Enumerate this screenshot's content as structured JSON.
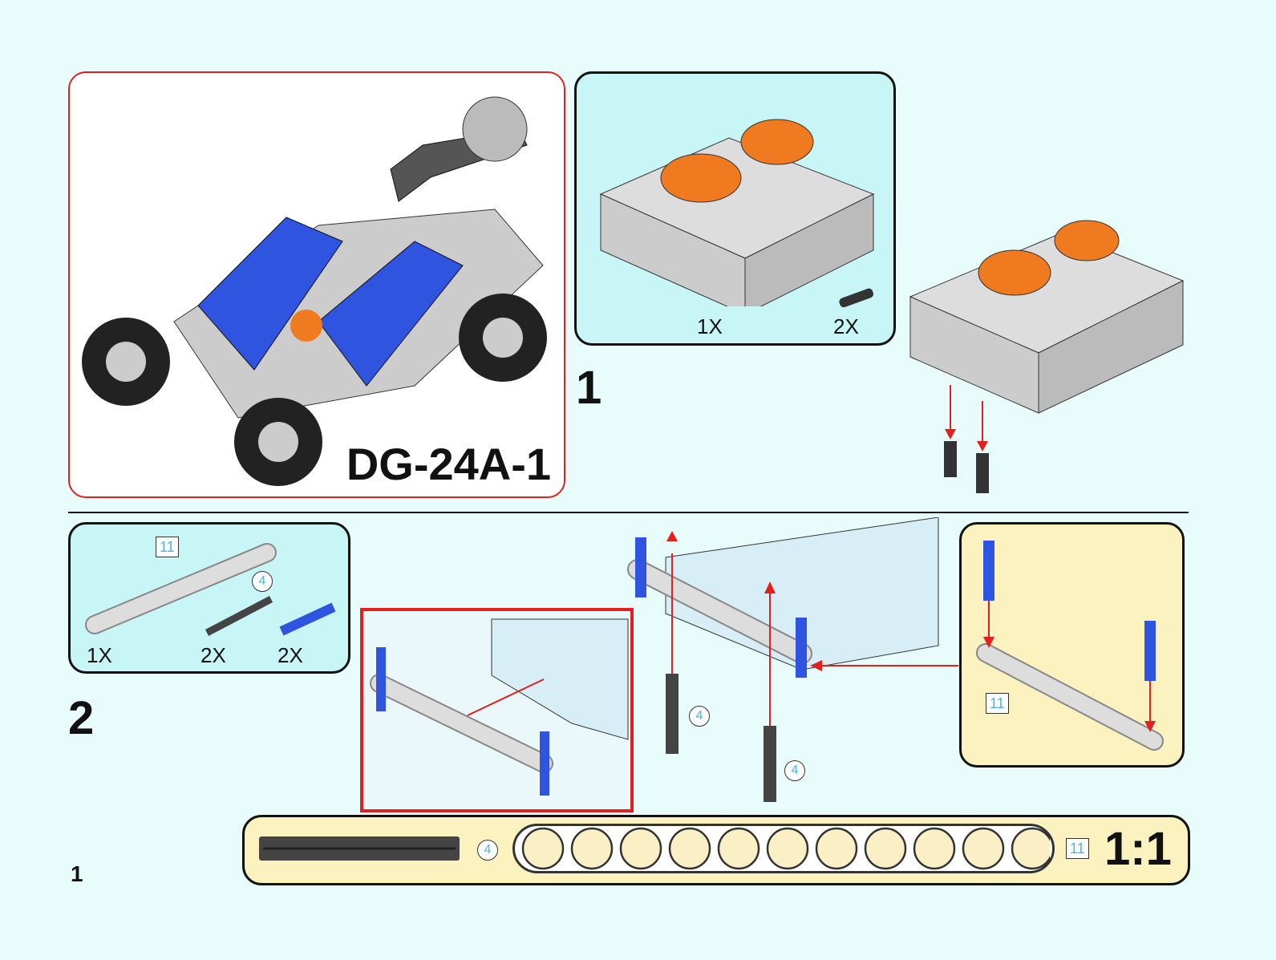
{
  "model_panel": {
    "title": "DG-24A-1"
  },
  "step1": {
    "number": "1",
    "parts": [
      {
        "qty": "1X",
        "part": "battery-box"
      },
      {
        "qty": "2X",
        "part": "connector-pin"
      }
    ]
  },
  "step2": {
    "number": "2",
    "parts": [
      {
        "qty": "1X",
        "part": "beam",
        "size": "11"
      },
      {
        "qty": "2X",
        "part": "axle",
        "size": "4"
      },
      {
        "qty": "2X",
        "part": "connector-pin"
      }
    ],
    "callouts": {
      "beam_size": "11",
      "axle_size": "4"
    }
  },
  "scale_bar": {
    "axle_size": "4",
    "beam_size": "11",
    "scale": "1:1"
  },
  "page_number": "1",
  "colors": {
    "background": "#e9fcfc",
    "parts_panel": "#c8f6f6",
    "sub_panel": "#fbf2c0",
    "highlight": "#e32020",
    "brand_blue": "#2f55e0",
    "orange": "#f07a20"
  }
}
